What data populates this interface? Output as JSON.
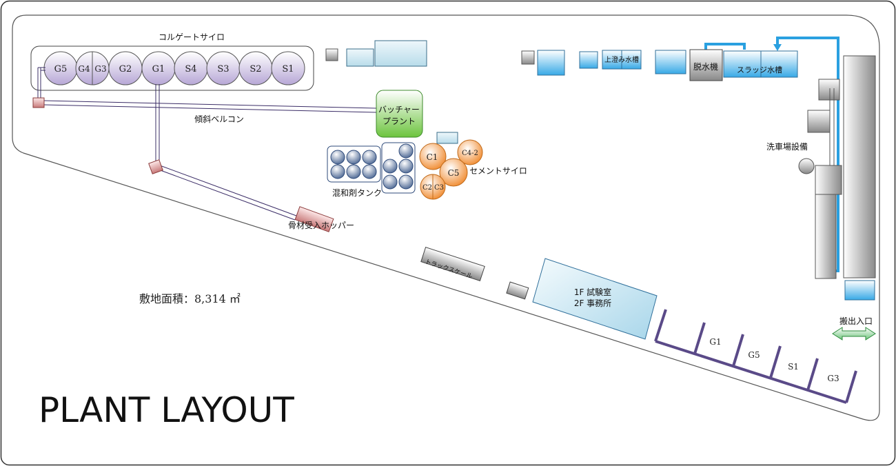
{
  "title": "PLANT LAYOUT",
  "site_area": "敷地面積：8,314 ㎡",
  "corrugated_silo": {
    "label": "コルゲートサイロ",
    "silos": [
      "G5",
      "G4",
      "G3",
      "G2",
      "G1",
      "S4",
      "S3",
      "S2",
      "S1"
    ]
  },
  "conveyor_label": "傾斜ベルコン",
  "batcher_plant": {
    "line1": "バッチャー",
    "line2": "プラント"
  },
  "admixture_tank_label": "混和剤タンク",
  "cement_silo": {
    "label": "セメントサイロ",
    "silos": [
      "C1",
      "C4-2",
      "C5",
      "C2",
      "C3"
    ]
  },
  "aggregate_hopper_label": "骨材受入ホッパー",
  "truck_scale_label": "トラックスケール",
  "lab_office": {
    "line1": "1F 試験室",
    "line2": "2F 事務所"
  },
  "supernatant_tank_label": "上澄み水槽",
  "dewatering_label": "脱水機",
  "sludge_tank_label": "スラッジ水槽",
  "carwash_label": "洗車場設備",
  "exit_label": "搬出入口",
  "bays": [
    "G1",
    "G5",
    "S1",
    "G3"
  ]
}
